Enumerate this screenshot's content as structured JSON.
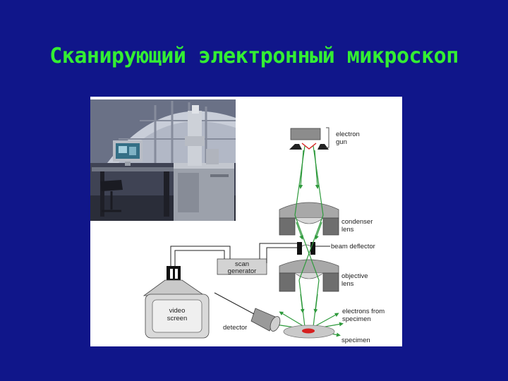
{
  "slide": {
    "title": "Сканирующий электронный микроскоп"
  },
  "diagram": {
    "labels": {
      "electron_gun": [
        "electron",
        "gun"
      ],
      "condenser_lens": [
        "condenser",
        "lens"
      ],
      "beam_deflector": "beam deflector",
      "objective_lens": [
        "objective",
        "lens"
      ],
      "electrons_from_specimen": [
        "electrons from",
        "specimen"
      ],
      "specimen": "specimen",
      "scan_generator": [
        "scan",
        "generator"
      ],
      "video_screen": [
        "video",
        "screen"
      ],
      "detector": "detector"
    },
    "colors": {
      "beam": "#2e9a3c",
      "lens": "#8c8c8c",
      "specimen_spot": "#d62020",
      "slide_background": "#10168a",
      "title": "#33ee33"
    }
  }
}
